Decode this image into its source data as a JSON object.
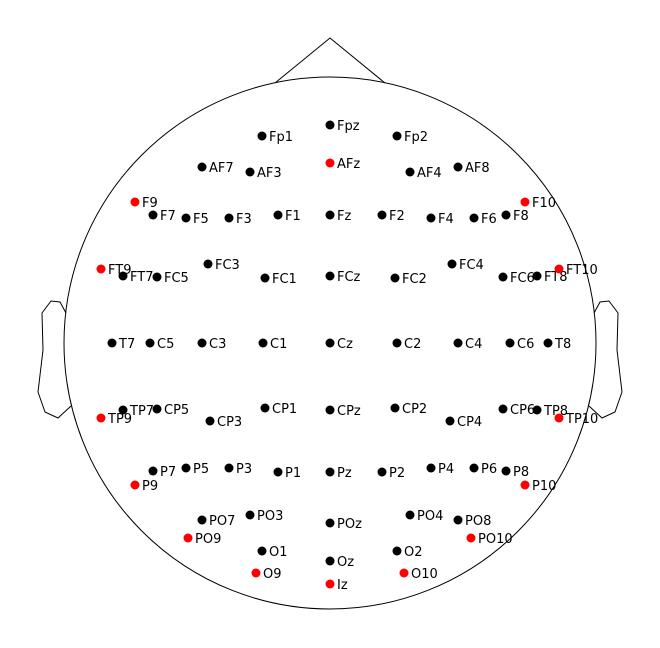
{
  "colors": {
    "standard": "#000000",
    "highlight": "#ff0000",
    "outline": "#000000",
    "background": "#ffffff"
  },
  "electrodes": [
    {
      "label": "Fp1",
      "highlight": false
    },
    {
      "label": "Fpz",
      "highlight": false
    },
    {
      "label": "Fp2",
      "highlight": false
    },
    {
      "label": "AF7",
      "highlight": false
    },
    {
      "label": "AF3",
      "highlight": false
    },
    {
      "label": "AFz",
      "highlight": true
    },
    {
      "label": "AF4",
      "highlight": false
    },
    {
      "label": "AF8",
      "highlight": false
    },
    {
      "label": "F9",
      "highlight": true
    },
    {
      "label": "F7",
      "highlight": false
    },
    {
      "label": "F5",
      "highlight": false
    },
    {
      "label": "F3",
      "highlight": false
    },
    {
      "label": "F1",
      "highlight": false
    },
    {
      "label": "Fz",
      "highlight": false
    },
    {
      "label": "F2",
      "highlight": false
    },
    {
      "label": "F4",
      "highlight": false
    },
    {
      "label": "F6",
      "highlight": false
    },
    {
      "label": "F8",
      "highlight": false
    },
    {
      "label": "F10",
      "highlight": true
    },
    {
      "label": "FT9",
      "highlight": true
    },
    {
      "label": "FT7",
      "highlight": false
    },
    {
      "label": "FC5",
      "highlight": false
    },
    {
      "label": "FC3",
      "highlight": false
    },
    {
      "label": "FC1",
      "highlight": false
    },
    {
      "label": "FCz",
      "highlight": false
    },
    {
      "label": "FC2",
      "highlight": false
    },
    {
      "label": "FC4",
      "highlight": false
    },
    {
      "label": "FC6",
      "highlight": false
    },
    {
      "label": "FT8",
      "highlight": false
    },
    {
      "label": "FT10",
      "highlight": true
    },
    {
      "label": "T7",
      "highlight": false
    },
    {
      "label": "C5",
      "highlight": false
    },
    {
      "label": "C3",
      "highlight": false
    },
    {
      "label": "C1",
      "highlight": false
    },
    {
      "label": "Cz",
      "highlight": false
    },
    {
      "label": "C2",
      "highlight": false
    },
    {
      "label": "C4",
      "highlight": false
    },
    {
      "label": "C6",
      "highlight": false
    },
    {
      "label": "T8",
      "highlight": false
    },
    {
      "label": "TP9",
      "highlight": true
    },
    {
      "label": "TP7",
      "highlight": false
    },
    {
      "label": "CP5",
      "highlight": false
    },
    {
      "label": "CP3",
      "highlight": false
    },
    {
      "label": "CP1",
      "highlight": false
    },
    {
      "label": "CPz",
      "highlight": false
    },
    {
      "label": "CP2",
      "highlight": false
    },
    {
      "label": "CP4",
      "highlight": false
    },
    {
      "label": "CP6",
      "highlight": false
    },
    {
      "label": "TP8",
      "highlight": false
    },
    {
      "label": "TP10",
      "highlight": true
    },
    {
      "label": "P9",
      "highlight": true
    },
    {
      "label": "P7",
      "highlight": false
    },
    {
      "label": "P5",
      "highlight": false
    },
    {
      "label": "P3",
      "highlight": false
    },
    {
      "label": "P1",
      "highlight": false
    },
    {
      "label": "Pz",
      "highlight": false
    },
    {
      "label": "P2",
      "highlight": false
    },
    {
      "label": "P4",
      "highlight": false
    },
    {
      "label": "P6",
      "highlight": false
    },
    {
      "label": "P8",
      "highlight": false
    },
    {
      "label": "P10",
      "highlight": true
    },
    {
      "label": "PO9",
      "highlight": true
    },
    {
      "label": "PO7",
      "highlight": false
    },
    {
      "label": "PO3",
      "highlight": false
    },
    {
      "label": "POz",
      "highlight": false
    },
    {
      "label": "PO4",
      "highlight": false
    },
    {
      "label": "PO8",
      "highlight": false
    },
    {
      "label": "PO10",
      "highlight": true
    },
    {
      "label": "O1",
      "highlight": false
    },
    {
      "label": "Oz",
      "highlight": false
    },
    {
      "label": "O2",
      "highlight": false
    },
    {
      "label": "O9",
      "highlight": true
    },
    {
      "label": "Iz",
      "highlight": true
    },
    {
      "label": "O10",
      "highlight": true
    }
  ]
}
